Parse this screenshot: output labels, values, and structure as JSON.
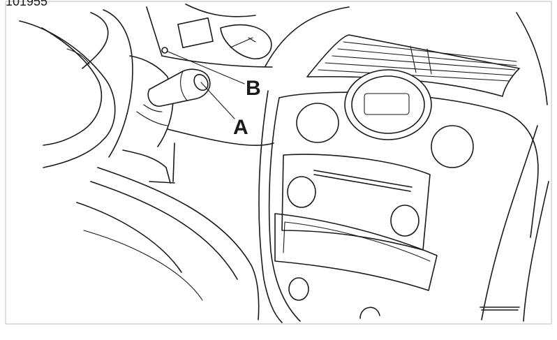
{
  "figure": {
    "reference_number": "101955",
    "callouts": {
      "a": "A",
      "b": "B"
    }
  }
}
